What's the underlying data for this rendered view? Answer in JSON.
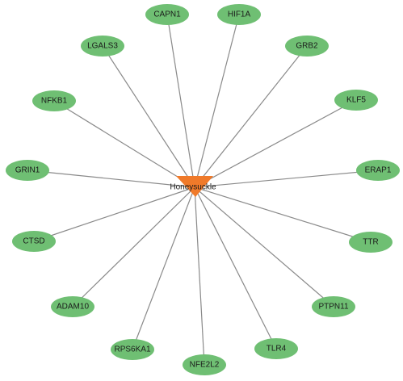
{
  "colors": {
    "target_node": "#6fbf73",
    "hub_node": "#f07a2a",
    "edge": "#8a8a8a",
    "background": "#ffffff"
  },
  "hub": {
    "label": "Honeysuckle"
  },
  "targets": [
    {
      "label": "CAPN1"
    },
    {
      "label": "HIF1A"
    },
    {
      "label": "LGALS3"
    },
    {
      "label": "GRB2"
    },
    {
      "label": "NFKB1"
    },
    {
      "label": "KLF5"
    },
    {
      "label": "GRIN1"
    },
    {
      "label": "ERAP1"
    },
    {
      "label": "CTSD"
    },
    {
      "label": "TTR"
    },
    {
      "label": "ADAM10"
    },
    {
      "label": "PTPN11"
    },
    {
      "label": "RPS6KA1"
    },
    {
      "label": "TLR4"
    },
    {
      "label": "NFE2L2"
    }
  ]
}
